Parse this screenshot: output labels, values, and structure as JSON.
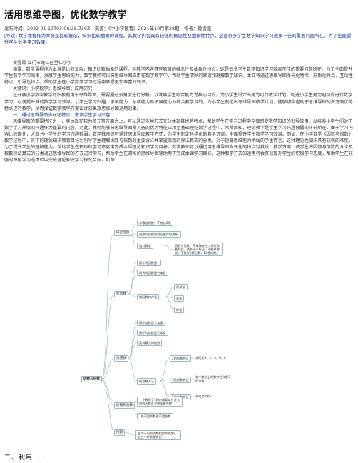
{
  "title": "活用思维导图，优化数学教学",
  "meta": "发布时间：2022-01-19T03:06:38.739Z　来源：《中小学教育》2021年10月第28期　作者：黄雪霞",
  "guide": "[导读] 数学课程作为本身是比较复杂，知识比较抽象的课程。其教学内容具有较强的概念性及抽象性特点，这是很多学生数学知识学习效果不佳的重要问题所在。为了全面提升学生数学学习效果，",
  "author": "黄雪霞  江门市蓬江区里仁小学",
  "abstract": "摘要：数学课程作为本身是比较复杂，知识比较抽象的课程。其教学内容具有较强的概念性及抽象性特点，这是很多学生数学知识学习效果不佳的重要问题所在。为了全面提升学生数学学习效果，发展学生思维能力，数学教师可以将思维导图应用在数学教学中，帮助学生清晰的掌握和理解数学知识。本文将通过思维导图多元化特点、形象化特点、互动性特点、引导性特点，帮助学生在小学数学学习过程中掌握更加丰富的知识。",
  "keywords": "关键词：小学数学；思维导图；应用研究",
  "p1": "在开展小学数学教学时积极利用于思维导图，需要通过多角度进行分析，以发展学生综合能力为核心目的，为小学生设计出更为可行教学计划，促进小学生更为迫切的进行数学学习，以便提升其的数学学习效果。以学生学习兴趣、思维能力、总结能力及拓展能力为综合教学目的，为小学生制定出思维导图教学计划，能够切实借助于思维导图的多方面优势特点进行教学，从而保证数学教学方案设计效果及思维导图运用效果。",
  "h1": "一、通过思维导图多元化特点，激发学生学习兴趣",
  "p2": "思维导图的重要特征之一，就体现在较为多元等方面之上，可以通过多种形式充分体现其优势特点，帮助学生在学习过程中全面感受数学知识的引导效用，以培养小学生们对于数学学习热情及兴趣作为重要的内容。对此，教师能够将思维导图所具备的优势特征应用至基础理论数学过程中，众所周知，理论教学是学生学习兴趣偏弱的环节所在，由于学习内容比较固化，大部分小学生的学习兴趣较弱，数学教师即可通过思维导图教学方式，为学生制定科学化的教学方案，全面提升学生数学学习效果。例如：在小学数学《因数与倍数》教学过程中，其中的理论知识教育目标为引导学生理解因数与倍数的主要含义并掌握倍数的除法算式的分类。对于逻辑思维能力稍弱的学生而言，这种理论性知识具有较强的难度，为了提升学生的理解能力，帮助学生在积极的学习态度中完成本课理论知识学习目标，数学教师可以通过用思维导图多元化的特点对其设计教学方案，使学生将因数与倍数的含义及数数除法算式的分类通过思维导图的方式进行学习，帮助学生在清晰的思维导图辅助用下完成本课学习目标。这种教学方式的运用将会有效提升学生的积极学习态度，帮助学生在较强的积极学习态体验中完成理论知识学习探究目标。如图：",
  "mindmap": {
    "root": "因数与倍数",
    "b1": {
      "label": "研究范围",
      "items": [
        "非零自然数、不包括0哦",
        "因数与倍数是相互依存的关系",
        "相对概念"
      ],
      "note": "因数与倍数、不单独存在，哪位作者存在，关系不可断开，不能单独说，不能说8是因数，12是倍数。"
    },
    "b2": {
      "label": "找因数",
      "items": [
        "最小的因数是1",
        "最大的因数是它本身",
        "列举法",
        "乘法",
        "除法"
      ],
      "sub": "找因数的方法"
    },
    "b3": {
      "label": "找倍数",
      "items": [
        "最小倍数是它本身",
        "最小的倍数是它本身",
        "没有最大的倍数"
      ],
      "rules": [
        "2的倍数特征",
        "3的倍数特征",
        "5的倍数特征"
      ],
      "notes": [
        "末尾是0、2、4、6、8",
        "各个数位上的数字之和是3的倍数",
        "末尾是0和5"
      ],
      "sub": "找倍数方法"
    },
    "b4": {
      "label": "质数和合数",
      "items": [
        "一个数除了1和它本身以外还有别的因数这个数叫做合数",
        "1既不是质数也不是合数"
      ]
    },
    "b5": {
      "label": "例题",
      "items": [
        "三个不同的质数相加的和是8，这三个质数是哪些？"
      ]
    }
  },
  "footer": "二、利用……"
}
